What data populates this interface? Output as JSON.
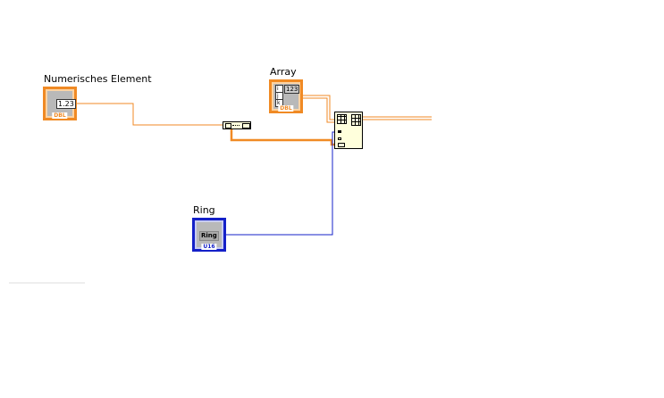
{
  "terminals": {
    "numeric": {
      "label": "Numerisches Element",
      "value": "1.23",
      "type": "DBL"
    },
    "array": {
      "label": "Array",
      "value": "123",
      "indices": [
        "i",
        "j",
        "k"
      ],
      "type": "DBL"
    },
    "ring": {
      "label": "Ring",
      "value": "Ring",
      "type": "U16"
    }
  },
  "colors": {
    "orange_wire": "#f08a24",
    "blue_wire": "#1420c8"
  }
}
